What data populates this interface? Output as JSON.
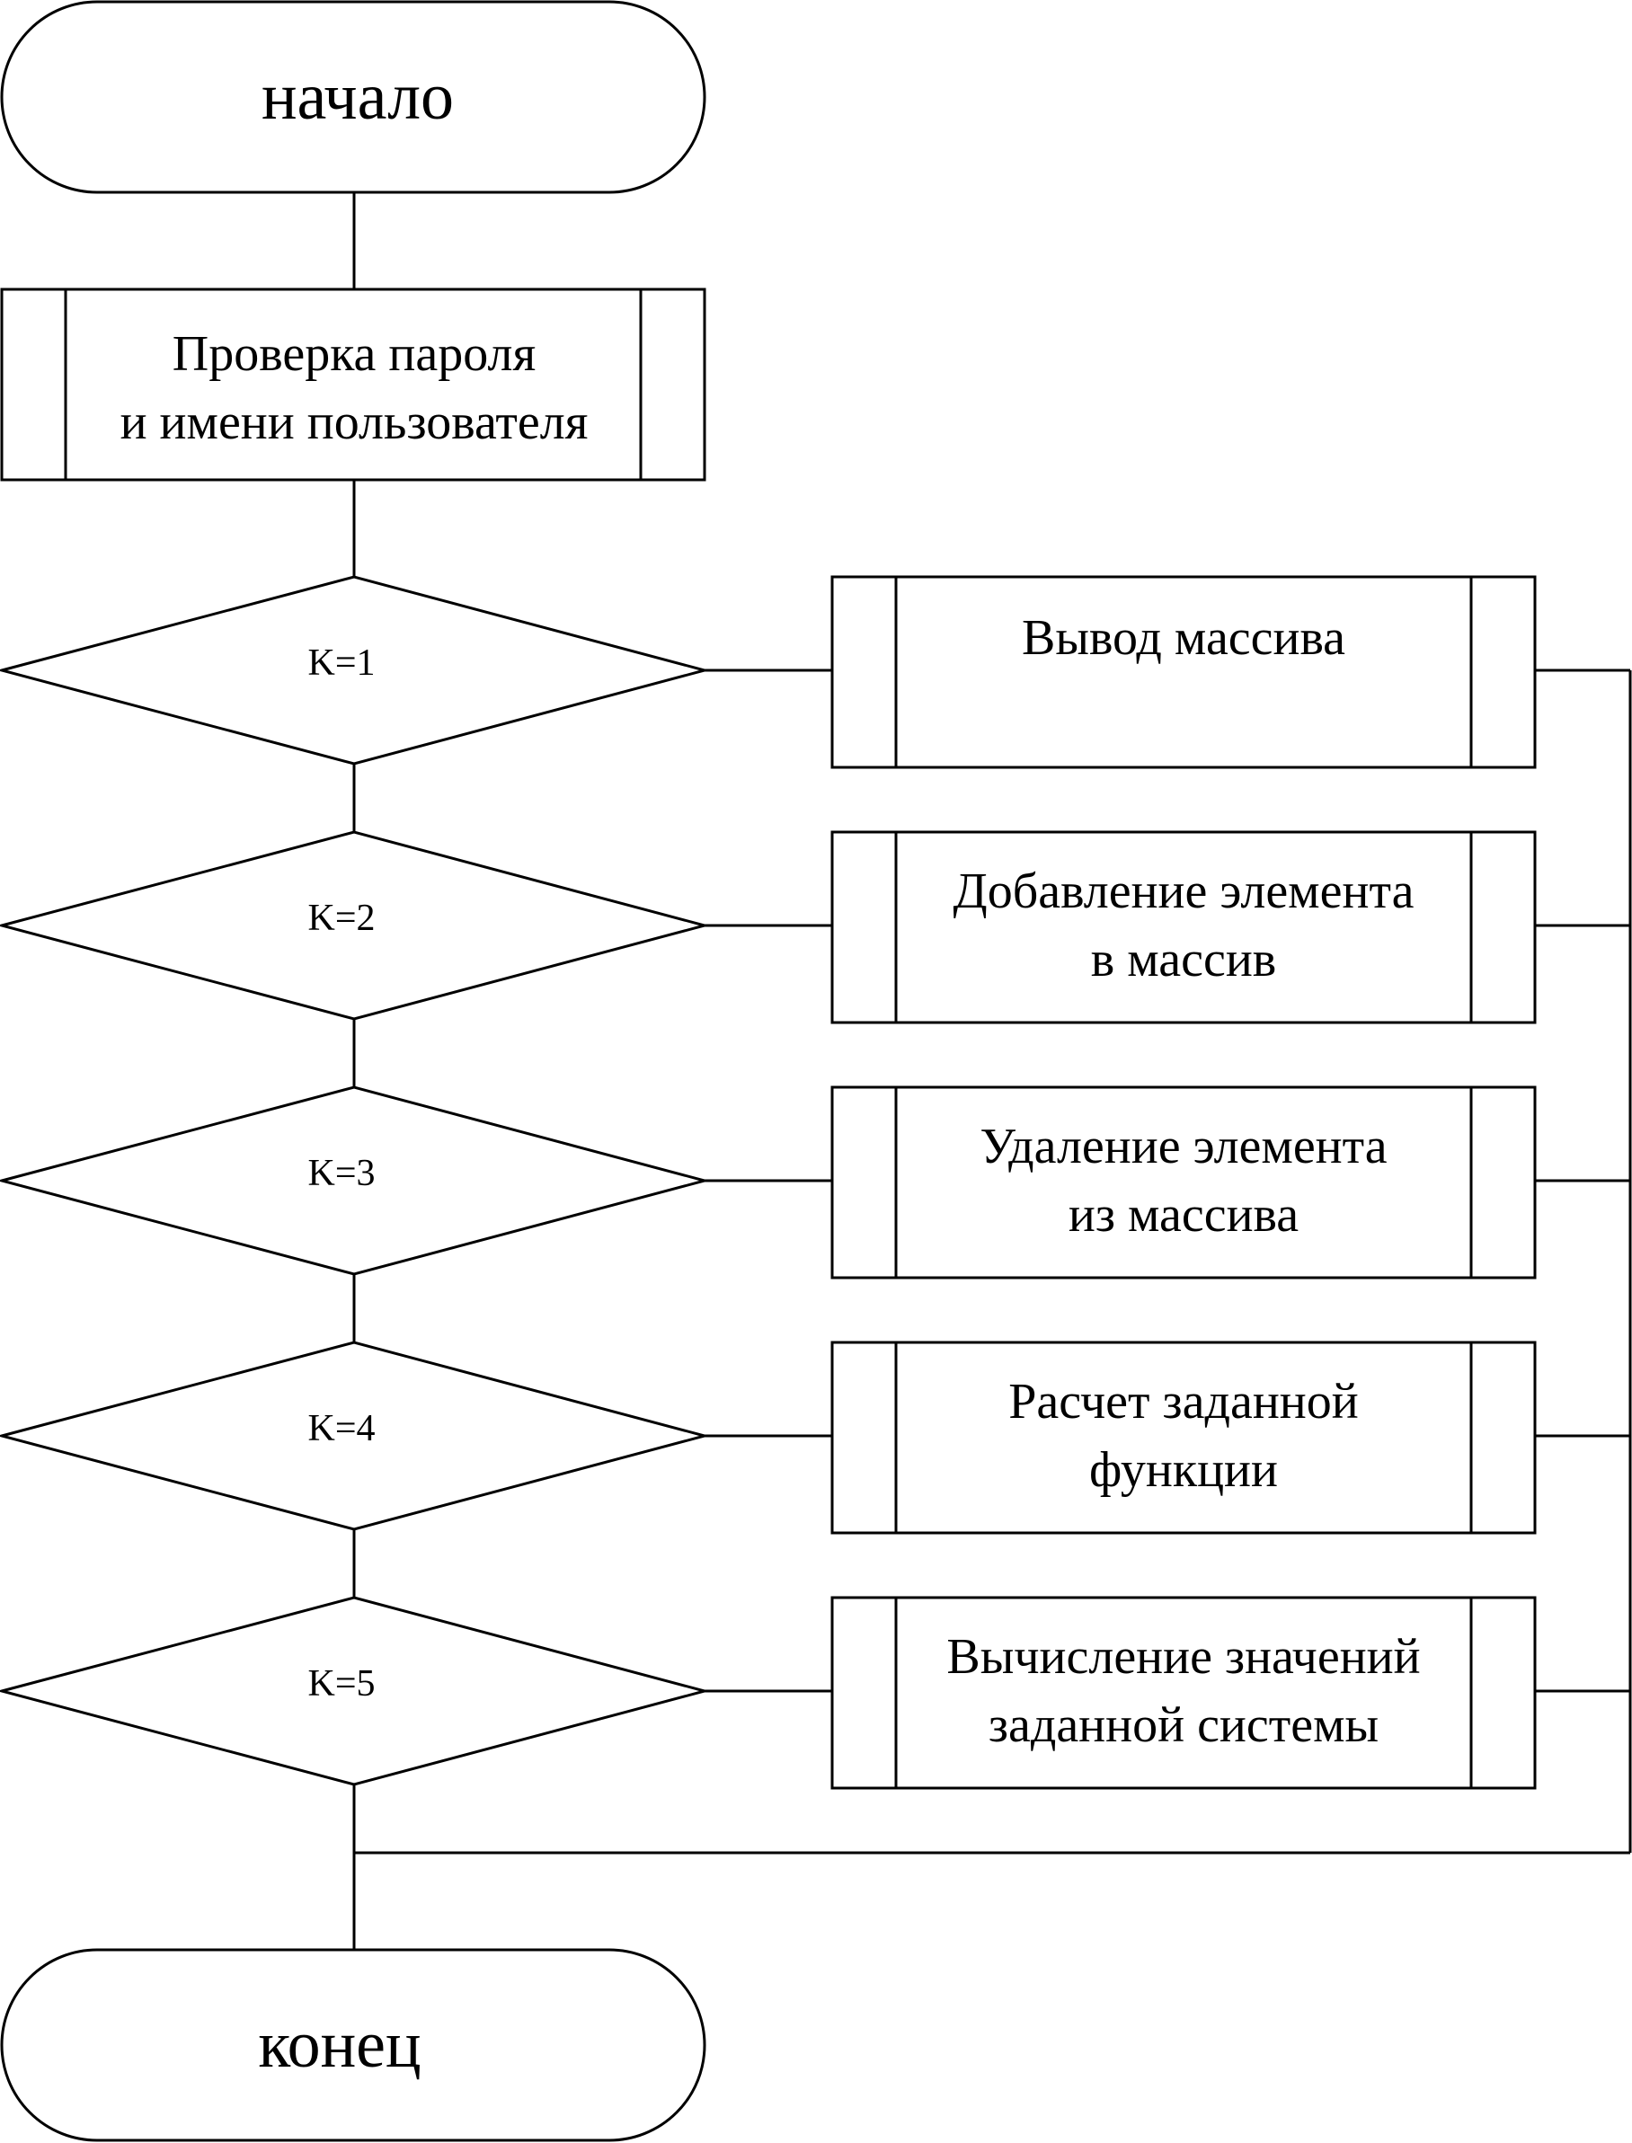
{
  "start": {
    "label": "начало"
  },
  "auth": {
    "lines": [
      "Проверка пароля",
      "и имени пользователя"
    ]
  },
  "branches": [
    {
      "condition": "K=1",
      "action": [
        "Вывод массива"
      ]
    },
    {
      "condition": "K=2",
      "action": [
        "Добавление элемента",
        "в массив"
      ]
    },
    {
      "condition": "K=3",
      "action": [
        "Удаление элемента",
        "из массива"
      ]
    },
    {
      "condition": "K=4",
      "action": [
        "Расчет заданной",
        "функции"
      ]
    },
    {
      "condition": "K=5",
      "action": [
        "Вычисление значений",
        "заданной системы"
      ]
    }
  ],
  "end": {
    "label": "конец"
  }
}
